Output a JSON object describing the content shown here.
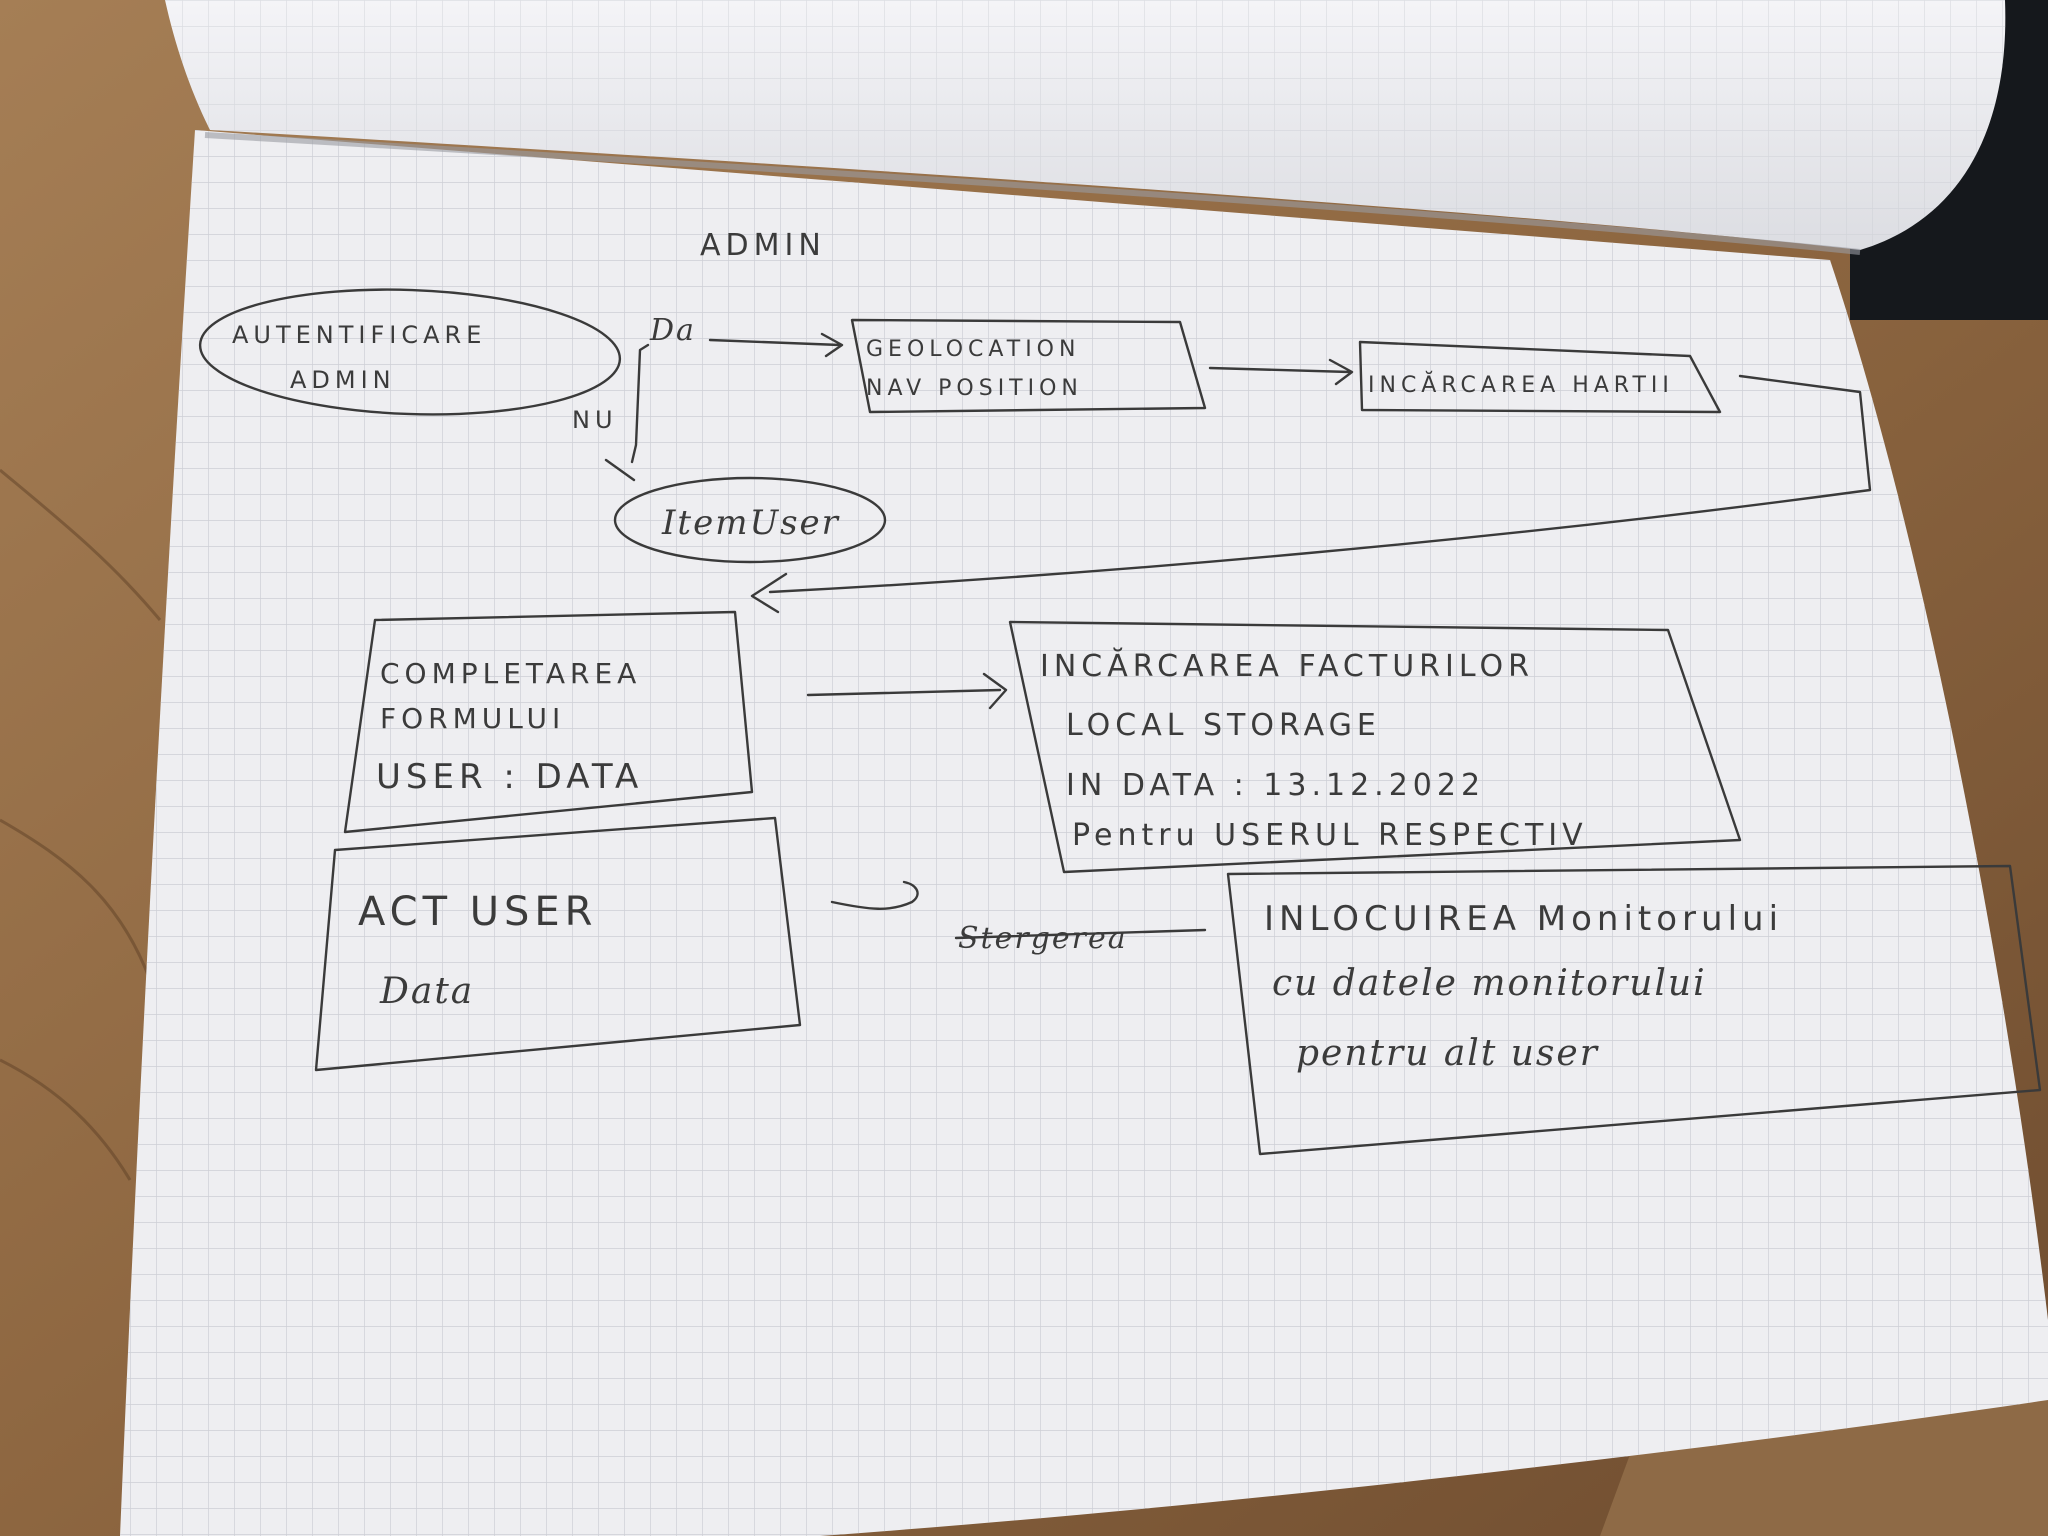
{
  "diagram": {
    "title": "ADMIN",
    "nodes": {
      "auth": {
        "line1": "AUTENTIFICARE",
        "line2": "ADMIN"
      },
      "geo": {
        "line1": "GEOLOCATION",
        "line2": "NAV POSITION"
      },
      "map": {
        "line1": "INCĂRCAREA HARTII"
      },
      "user": {
        "line1": "ItemUser"
      },
      "form": {
        "line1": "COMPLETAREA",
        "line2": "FORMULUI",
        "line3": "USER : DATA"
      },
      "invoices": {
        "line1": "INCĂRCAREA FACTURILOR",
        "line2": "LOCAL STORAGE",
        "line3": "IN DATA : 13.12.2022",
        "line4": "Pentru USERUL RESPECTIV"
      },
      "edit": {
        "line1": "ACT USER",
        "line2": "Data"
      },
      "replace": {
        "line1": "INLOCUIREA Monitorului",
        "line2": "cu datele monitorului",
        "line3": "pentru alt user"
      }
    },
    "edges": {
      "yes_label": "Da",
      "no_label": "NU",
      "struck_label": "Stergerea"
    }
  }
}
